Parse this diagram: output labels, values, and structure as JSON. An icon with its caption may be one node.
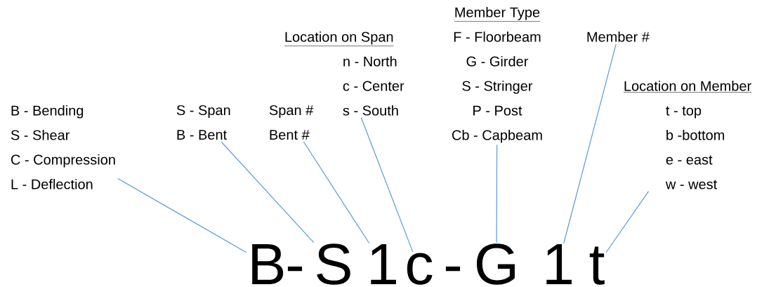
{
  "diagram": {
    "nodes": [
      {
        "text": [
          "B - Bending",
          "S - Shear",
          "C - Compression",
          "L - Deflection"
        ]
      },
      {
        "text": [
          "S - Span",
          "B - Bent"
        ]
      },
      {
        "text": [
          "Span #",
          "Bent #"
        ]
      },
      {
        "text": [
          "Location on Span",
          "n - North",
          "c - Center",
          "s - South"
        ]
      },
      {
        "text": [
          "Member Type",
          "F - Floorbeam",
          "G - Girder",
          "S - Stringer",
          "P - Post",
          "Cb - Capbeam"
        ]
      },
      {
        "text": [
          "Member #"
        ]
      },
      {
        "text": [
          "Location on Member",
          "t - top",
          "b -bottom",
          "e - east",
          "w - west"
        ]
      },
      {
        "text": [
          "B"
        ]
      },
      {
        "text": [
          "S"
        ]
      },
      {
        "text": [
          "1"
        ]
      },
      {
        "text": [
          "c"
        ]
      },
      {
        "text": [
          "G"
        ]
      },
      {
        "text": [
          "1"
        ]
      },
      {
        "text": [
          "t"
        ]
      }
    ],
    "edges": [
      {
        "from": 0,
        "to": 7,
        "arrow": "none"
      },
      {
        "from": 1,
        "to": 8,
        "arrow": "none"
      },
      {
        "from": 2,
        "to": 9,
        "arrow": "none"
      },
      {
        "from": 3,
        "to": 10,
        "arrow": "none"
      },
      {
        "from": 4,
        "to": 11,
        "arrow": "none"
      },
      {
        "from": 5,
        "to": 12,
        "arrow": "none"
      },
      {
        "from": 6,
        "to": 13,
        "arrow": "none"
      }
    ],
    "labels": [
      "-",
      "-"
    ]
  }
}
